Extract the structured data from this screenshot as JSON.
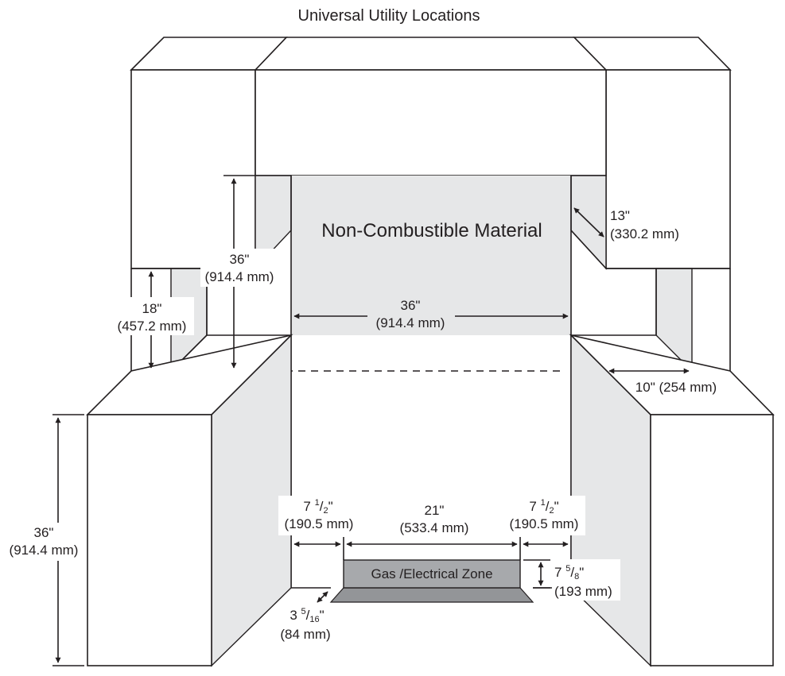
{
  "title": "Universal Utility Locations",
  "panel_label": "Non-Combustible Material",
  "zone_label": "Gas /Electrical Zone",
  "dimensions": {
    "hood_depth": {
      "value": "13\"",
      "metric": "(330.2 mm)"
    },
    "height_to_hood": {
      "value": "36\"",
      "metric": "(914.4 mm)"
    },
    "upper_cabinet_gap": {
      "value": "18\"",
      "metric": "(457.2 mm)"
    },
    "opening_width": {
      "value": "36\"",
      "metric": "(914.4 mm)"
    },
    "counter_depth": {
      "value": "10\" (254 mm)"
    },
    "counter_height": {
      "value": "36\"",
      "metric": "(914.4 mm)"
    },
    "left_offset": {
      "whole": "7",
      "num": "1",
      "den": "2",
      "metric": "(190.5 mm)"
    },
    "zone_width": {
      "value": "21\"",
      "metric": "(533.4 mm)"
    },
    "right_offset": {
      "whole": "7",
      "num": "1",
      "den": "2",
      "metric": "(190.5 mm)"
    },
    "zone_height": {
      "whole": "7",
      "num": "5",
      "den": "8",
      "metric": "(193 mm)"
    },
    "zone_setback": {
      "whole": "3",
      "num": "5",
      "den": "16",
      "metric": "(84 mm)"
    }
  },
  "colors": {
    "panel": "#e6e7e8",
    "zone": "#a7a9ac",
    "lines": "#231f20"
  }
}
